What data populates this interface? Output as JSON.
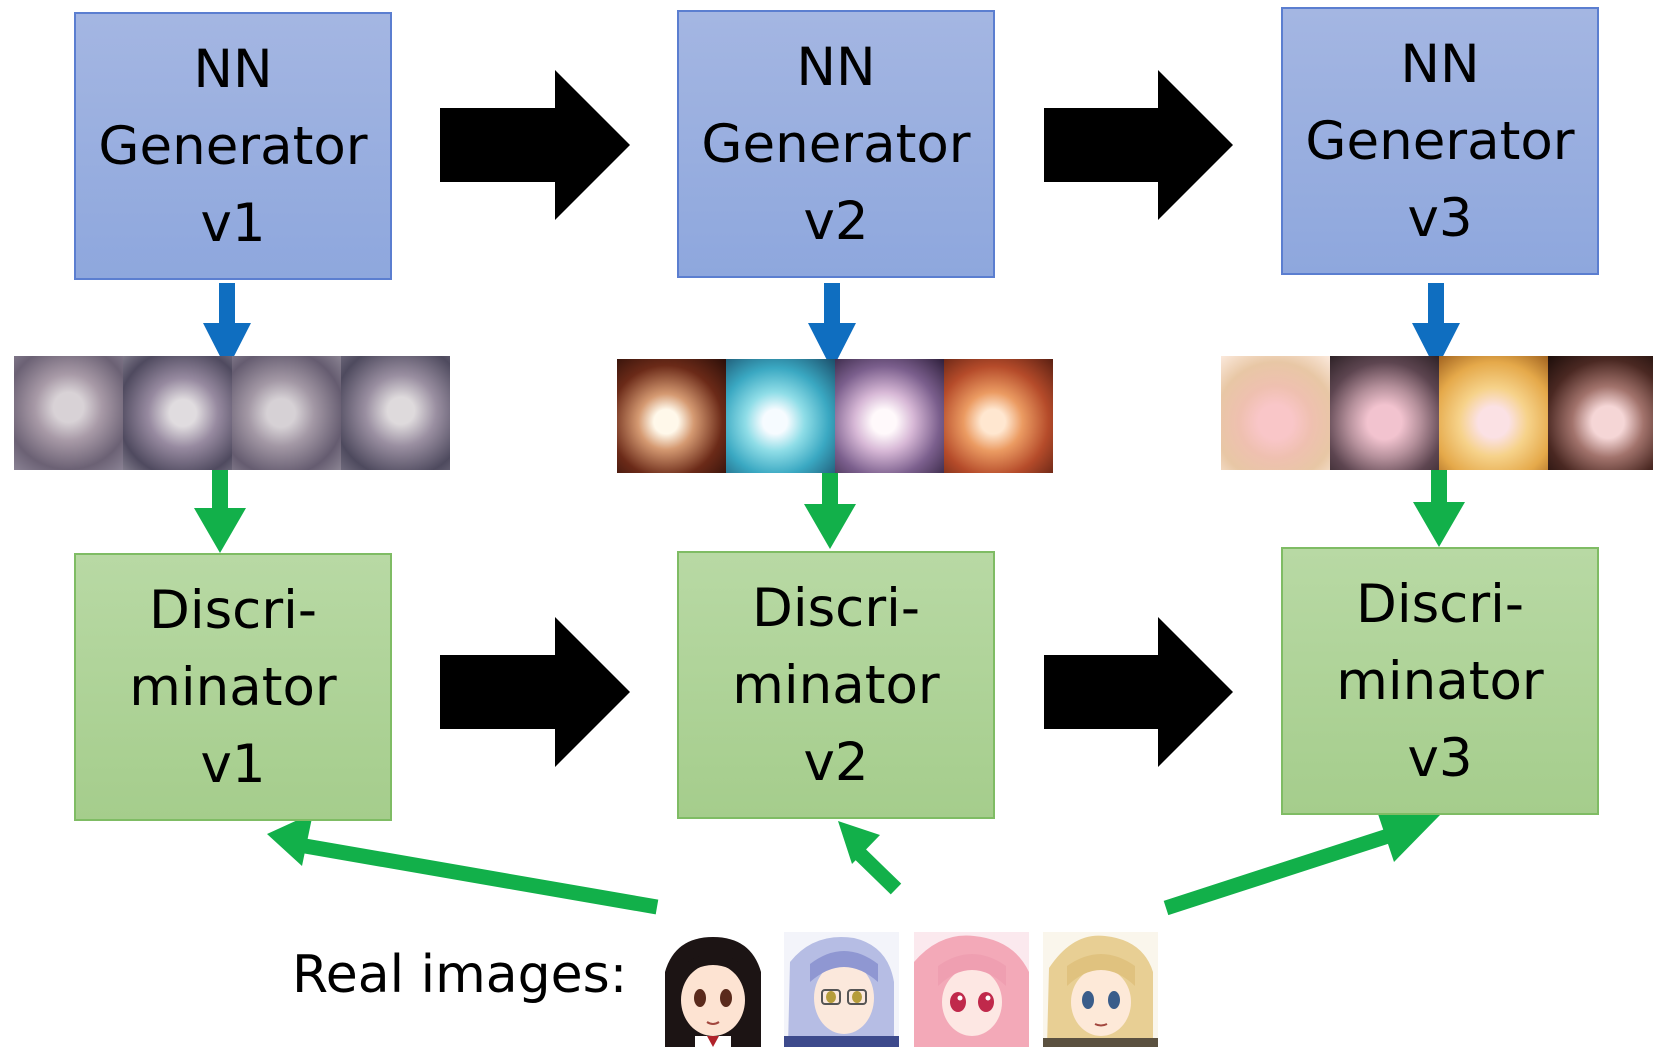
{
  "generators": [
    {
      "line1": "NN",
      "line2": "Generator",
      "line3": "v1"
    },
    {
      "line1": "NN",
      "line2": "Generator",
      "line3": "v2"
    },
    {
      "line1": "NN",
      "line2": "Generator",
      "line3": "v3"
    }
  ],
  "discriminators": [
    {
      "line1": "Discri-",
      "line2": "minator",
      "line3": "v1"
    },
    {
      "line1": "Discri-",
      "line2": "minator",
      "line3": "v2"
    },
    {
      "line1": "Discri-",
      "line2": "minator",
      "line3": "v3"
    }
  ],
  "real_images_label": "Real images:",
  "colors": {
    "generator_fill": "#97acdf",
    "generator_border": "#5b7ed0",
    "discriminator_fill": "#aed294",
    "discriminator_border": "#7fbc64",
    "blue_arrow": "#0f6ec0",
    "green_arrow": "#12b04a",
    "black_arrow": "#000000"
  }
}
